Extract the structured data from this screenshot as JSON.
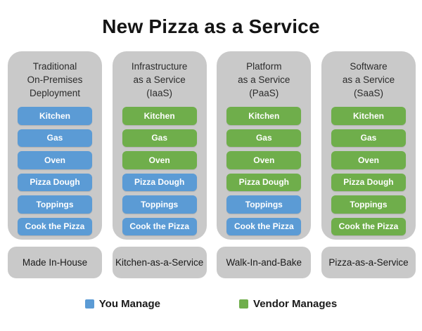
{
  "title": "New Pizza as a Service",
  "colors": {
    "you_manage": "#5B9BD5",
    "vendor_manages": "#6FAE4B",
    "panel": "#C9C9C9",
    "item_text": "#FFFFFF"
  },
  "legend": [
    {
      "label": "You Manage",
      "color_key": "you_manage"
    },
    {
      "label": "Vendor Manages",
      "color_key": "vendor_manages"
    }
  ],
  "columns": [
    {
      "id": "traditional",
      "header_lines": [
        "Traditional",
        "On-Premises",
        "Deployment"
      ],
      "footer": "Made In-House",
      "items": [
        {
          "label": "Kitchen",
          "managed_by": "you"
        },
        {
          "label": "Gas",
          "managed_by": "you"
        },
        {
          "label": "Oven",
          "managed_by": "you"
        },
        {
          "label": "Pizza Dough",
          "managed_by": "you"
        },
        {
          "label": "Toppings",
          "managed_by": "you"
        },
        {
          "label": "Cook the Pizza",
          "managed_by": "you"
        }
      ]
    },
    {
      "id": "iaas",
      "header_lines": [
        "Infrastructure",
        "as a Service",
        "(IaaS)"
      ],
      "footer": "Kitchen-as-a-Service",
      "items": [
        {
          "label": "Kitchen",
          "managed_by": "vendor"
        },
        {
          "label": "Gas",
          "managed_by": "vendor"
        },
        {
          "label": "Oven",
          "managed_by": "vendor"
        },
        {
          "label": "Pizza Dough",
          "managed_by": "you"
        },
        {
          "label": "Toppings",
          "managed_by": "you"
        },
        {
          "label": "Cook the Pizza",
          "managed_by": "you"
        }
      ]
    },
    {
      "id": "paas",
      "header_lines": [
        "Platform",
        "as a Service",
        "(PaaS)"
      ],
      "footer": "Walk-In-and-Bake",
      "items": [
        {
          "label": "Kitchen",
          "managed_by": "vendor"
        },
        {
          "label": "Gas",
          "managed_by": "vendor"
        },
        {
          "label": "Oven",
          "managed_by": "vendor"
        },
        {
          "label": "Pizza Dough",
          "managed_by": "vendor"
        },
        {
          "label": "Toppings",
          "managed_by": "you"
        },
        {
          "label": "Cook the Pizza",
          "managed_by": "you"
        }
      ]
    },
    {
      "id": "saas",
      "header_lines": [
        "Software",
        "as a Service",
        "(SaaS)"
      ],
      "footer": "Pizza-as-a-Service",
      "items": [
        {
          "label": "Kitchen",
          "managed_by": "vendor"
        },
        {
          "label": "Gas",
          "managed_by": "vendor"
        },
        {
          "label": "Oven",
          "managed_by": "vendor"
        },
        {
          "label": "Pizza Dough",
          "managed_by": "vendor"
        },
        {
          "label": "Toppings",
          "managed_by": "vendor"
        },
        {
          "label": "Cook the Pizza",
          "managed_by": "vendor"
        }
      ]
    }
  ]
}
